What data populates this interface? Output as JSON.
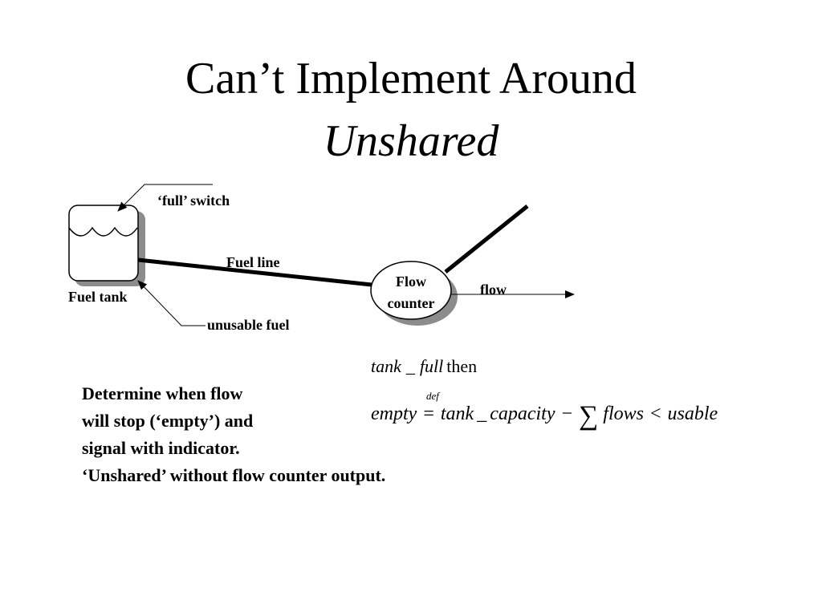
{
  "title": {
    "line1": "Can’t Implement Around",
    "line2": "Unshared"
  },
  "diagram": {
    "full_switch": "‘full’ switch",
    "fuel_line": "Fuel line",
    "fuel_tank": "Fuel tank",
    "unusable_fuel": "unusable fuel",
    "flow_counter_line1": "Flow",
    "flow_counter_line2": "counter",
    "flow": "flow"
  },
  "description": {
    "line1": "Determine when flow",
    "line2": "will stop (‘empty’) and",
    "line3": "signal with indicator.",
    "line4": "‘Unshared’ without flow counter output."
  },
  "formula": {
    "condition_a": "tank",
    "condition_sep": "_",
    "condition_b": "full",
    "condition_word": "then",
    "def_label": "def",
    "lhs": "empty",
    "eq": "=",
    "term_a": "tank",
    "term_sep": "_",
    "term_b": "capacity",
    "minus": "−",
    "sum": "∑",
    "flows": "flows",
    "lt": "<",
    "rhs": "usable"
  }
}
